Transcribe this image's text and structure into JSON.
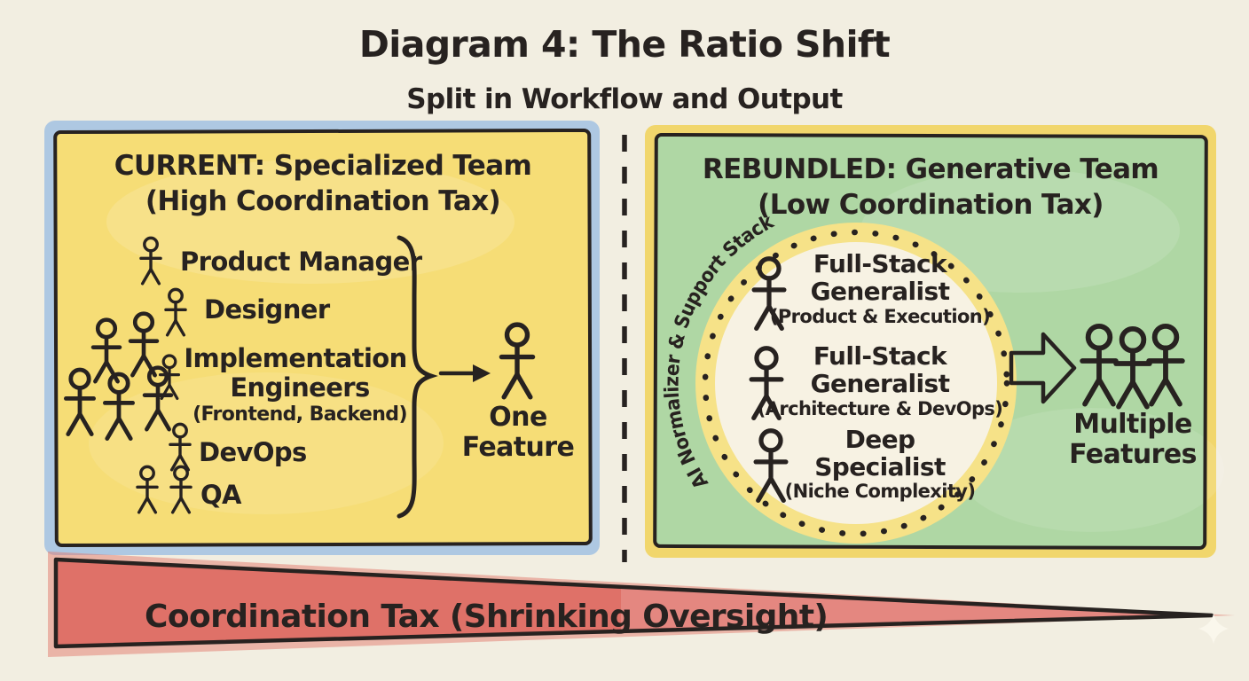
{
  "title": "Diagram 4: The Ratio Shift",
  "subtitle": "Split in Workflow and Output",
  "left_panel": {
    "heading_line1": "CURRENT: Specialized Team",
    "heading_line2": "(High Coordination Tax)",
    "roles": [
      {
        "label": "Product Manager"
      },
      {
        "label": "Designer"
      },
      {
        "label": "Implementation",
        "label2": "Engineers",
        "sublabel": "(Frontend, Backend)"
      },
      {
        "label": "DevOps"
      },
      {
        "label": "QA"
      }
    ],
    "output_line1": "One",
    "output_line2": "Feature"
  },
  "right_panel": {
    "heading_line1": "REBUNDLED: Generative Team",
    "heading_line2": "(Low Coordination Tax)",
    "circle_label": "AI Normalizer & Support Stack",
    "roles": [
      {
        "line1": "Full-Stack",
        "line2": "Generalist",
        "sublabel": "(Product & Execution)"
      },
      {
        "line1": "Full-Stack",
        "line2": "Generalist",
        "sublabel": "(Architecture & DevOps)"
      },
      {
        "line1": "Deep",
        "line2": "Specialist",
        "sublabel": "(Niche Complexity)"
      }
    ],
    "output_line1": "Multiple",
    "output_line2": "Features"
  },
  "bottom_band": {
    "label": "Coordination Tax (Shrinking Oversight)"
  },
  "colors": {
    "background": "#f2eee1",
    "ink": "#272220",
    "left_panel_fill": "#f6dd76",
    "left_panel_glow": "#aac5e2",
    "right_panel_fill": "#afd7a4",
    "right_panel_glow": "#f0d465",
    "circle_fill": "#f7f2e3",
    "circle_ring": "#f6e288",
    "band_fill": "#df7168",
    "sparkle": "#faf7ec"
  }
}
